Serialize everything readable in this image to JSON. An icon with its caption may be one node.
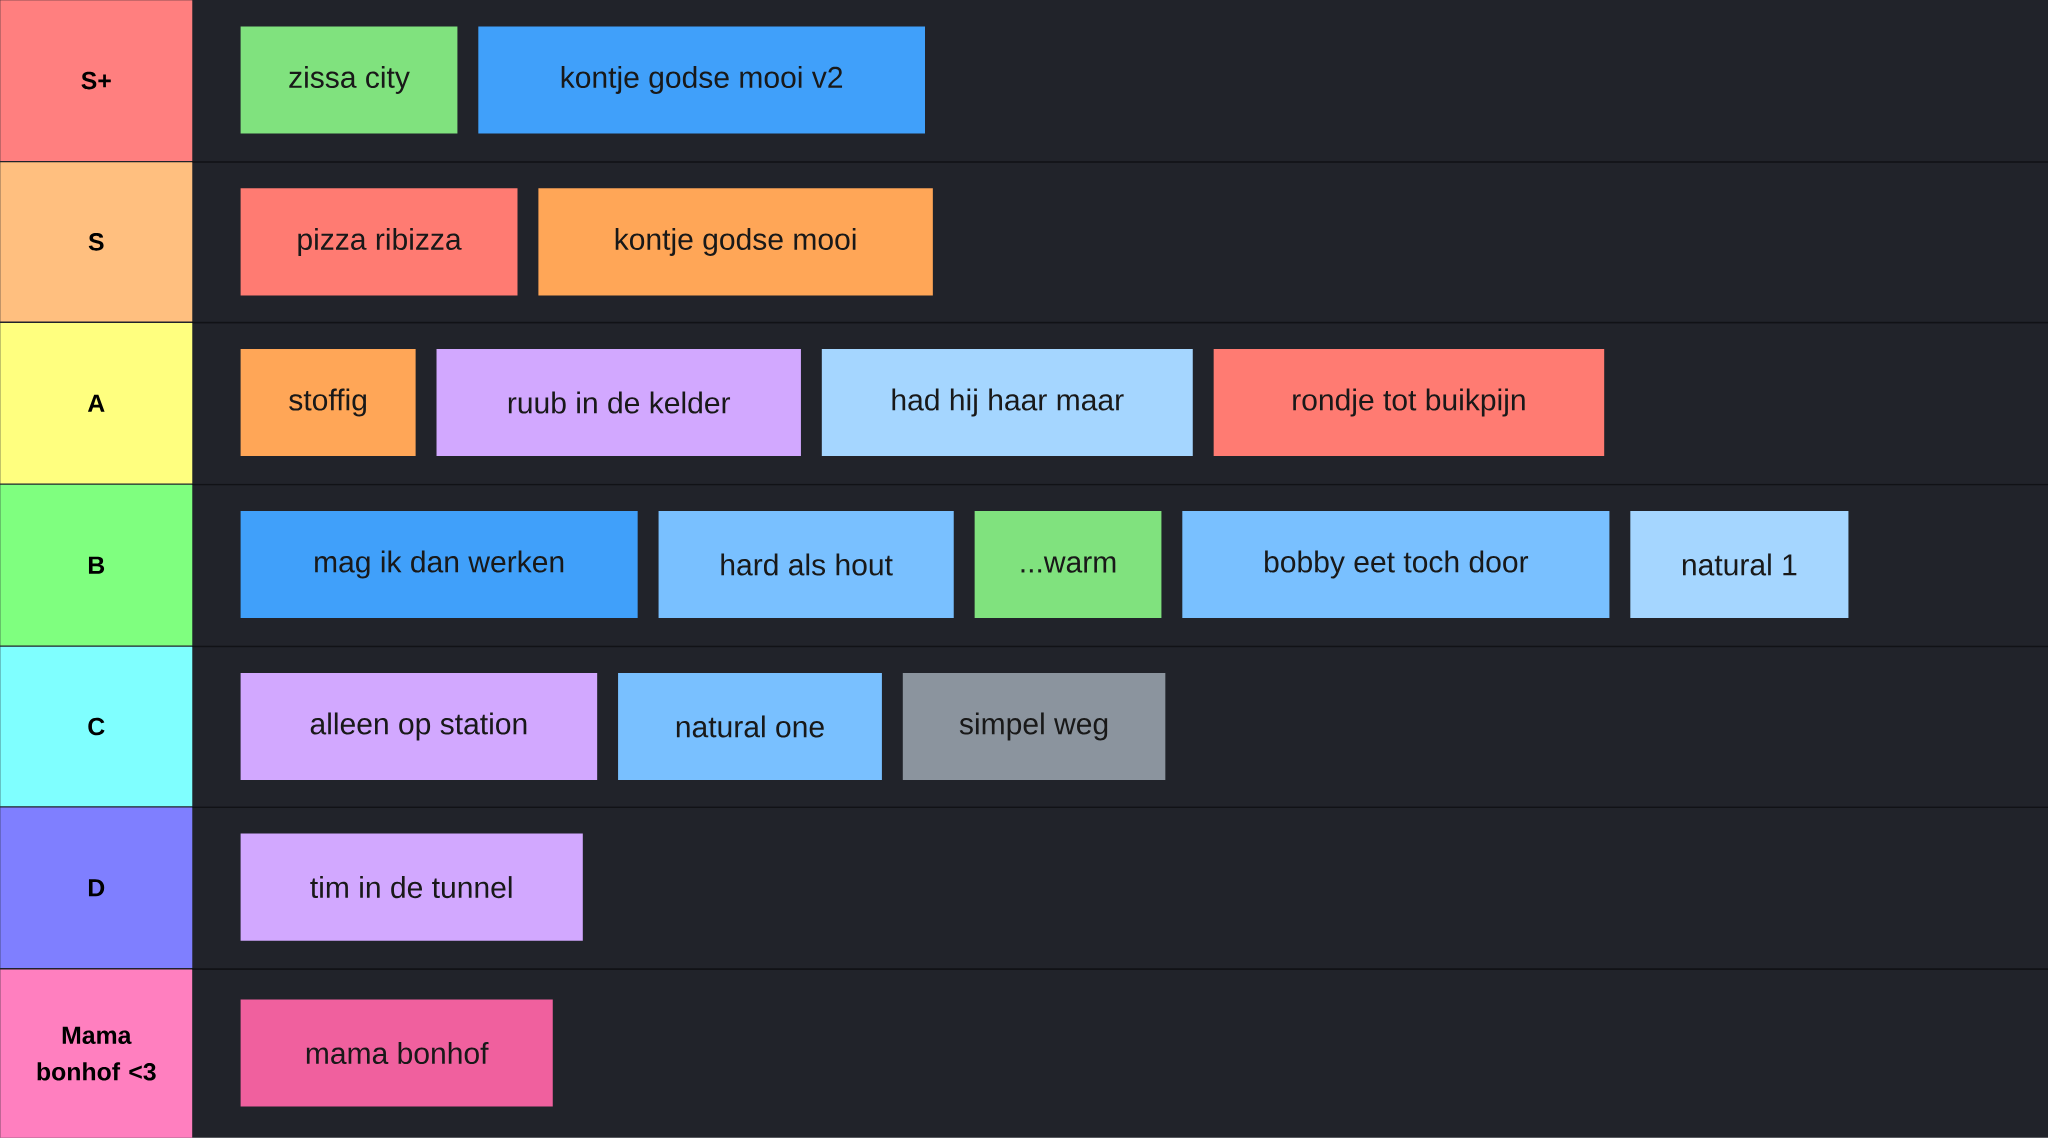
{
  "diagram": {
    "nodes": [
      {
        "text": [
          "S+"
        ]
      },
      {
        "text": [
          "zissa city"
        ]
      },
      {
        "text": [
          "kontje godse mooi v2"
        ]
      },
      {
        "text": [
          "S"
        ]
      },
      {
        "text": [
          "pizza ribizza"
        ]
      },
      {
        "text": [
          "kontje godse mooi"
        ]
      },
      {
        "text": [
          "A"
        ]
      },
      {
        "text": [
          "stoffig"
        ]
      },
      {
        "text": [
          "ruub in de kelder"
        ]
      },
      {
        "text": [
          "had hij haar maar"
        ]
      },
      {
        "text": [
          "rondje tot buikpijn"
        ]
      },
      {
        "text": [
          "B"
        ]
      },
      {
        "text": [
          "mag ik dan werken"
        ]
      },
      {
        "text": [
          "hard als hout"
        ]
      },
      {
        "text": [
          "...warm"
        ]
      },
      {
        "text": [
          "bobby eet toch door"
        ]
      },
      {
        "text": [
          "natural 1"
        ]
      },
      {
        "text": [
          "C"
        ]
      },
      {
        "text": [
          "alleen op station"
        ]
      },
      {
        "text": [
          "natural one"
        ]
      },
      {
        "text": [
          "simpel weg"
        ]
      },
      {
        "text": [
          "D"
        ]
      },
      {
        "text": [
          "tim in de tunnel"
        ]
      },
      {
        "text": [
          "Mama bonhof <3"
        ]
      },
      {
        "text": [
          "mama bonhof"
        ]
      }
    ]
  }
}
